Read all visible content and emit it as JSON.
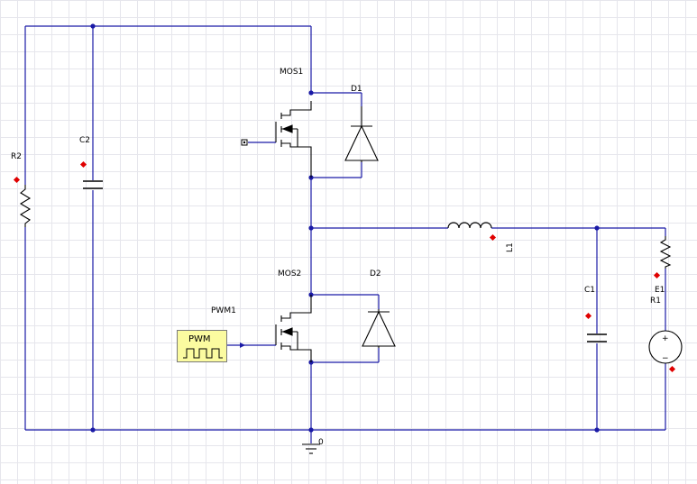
{
  "components": {
    "mos1": "MOS1",
    "mos2": "MOS2",
    "d1": "D1",
    "d2": "D2",
    "c1": "C1",
    "c2": "C2",
    "r1": "R1",
    "r2": "R2",
    "l1": "L1",
    "e1": "E1",
    "pwm1": "PWM1",
    "ground": "0"
  },
  "pwm_block": {
    "text": "PWM"
  },
  "source_symbols": {
    "plus": "+",
    "minus": "−"
  },
  "colors": {
    "wire": "#1a1aa6",
    "component": "#000000",
    "node_dot": "#1a1aa6",
    "marker": "#e00000",
    "pwm_fill": "#fbfba0",
    "grid": "#e6e6ec"
  }
}
